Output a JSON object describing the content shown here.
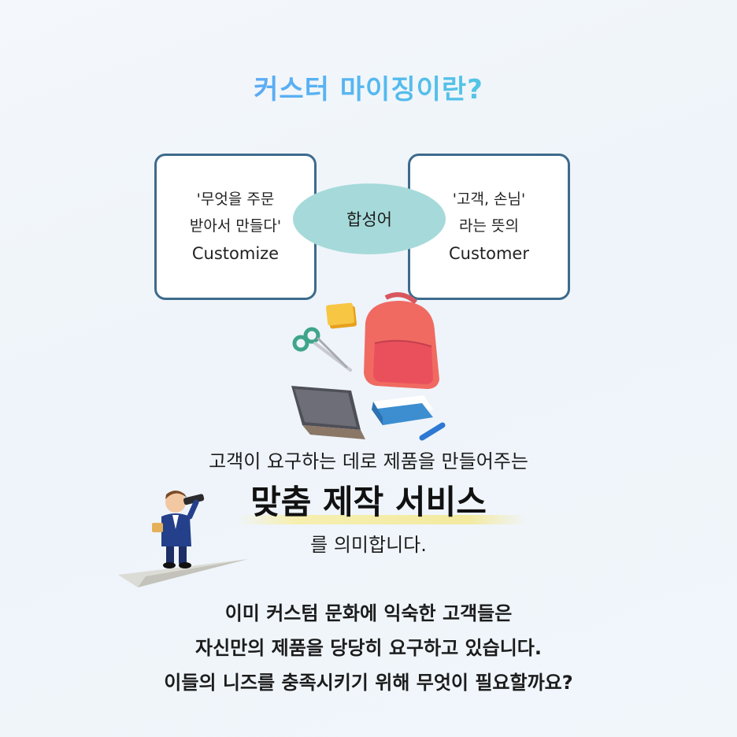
{
  "title": "커스터 마이징이란?",
  "left_box": {
    "line1": "'무엇을 주문",
    "line2": "받아서 만들다'",
    "english": "Customize"
  },
  "center_label": "합성어",
  "right_box": {
    "line1": "'고객, 손님'",
    "line2": "라는 뜻의",
    "english": "Customer"
  },
  "description": {
    "line1": "고객이 요구하는 데로 제품을 만들어주는",
    "highlight": "맞춤 제작 서비스",
    "line2": "를 의미합니다."
  },
  "paragraph": [
    "이미 커스텀 문화에 익숙한 고객들은",
    "자신만의 제품을 당당히 요구하고 있습니다.",
    "이들의 니즈를 충족시키기 위해 무엇이 필요할까요?"
  ],
  "colors": {
    "box_border": "#3d6b8c",
    "ellipse": "#a6dada",
    "title_gradient_start": "#6b8dff",
    "title_gradient_end": "#4fe0c8"
  },
  "illustrations": [
    "backpack-icon",
    "scissors-icon",
    "sticky-note-icon",
    "tablet-icon",
    "book-icon",
    "pencil-icon",
    "businessman-with-telescope-icon",
    "paper-plane-icon"
  ]
}
